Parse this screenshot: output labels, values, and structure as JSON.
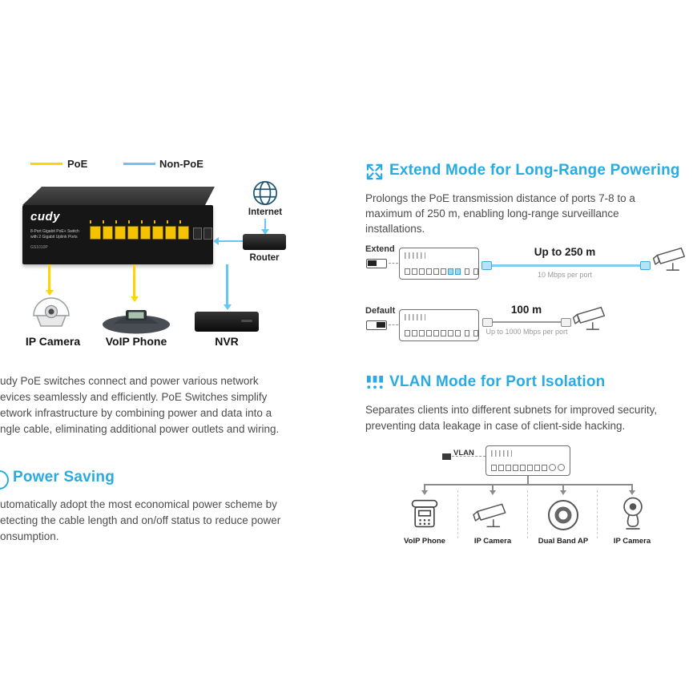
{
  "legend": {
    "poe_label": "PoE",
    "nonpoe_label": "Non-PoE"
  },
  "topology": {
    "internet_label": "Internet",
    "router_label": "Router",
    "ip_camera_label": "IP Camera",
    "voip_phone_label": "VoIP Phone",
    "nvr_label": "NVR"
  },
  "product": {
    "brand": "cudy",
    "desc_line1": "8-Port Gigabit PoE+ Switch",
    "desc_line2": "with 2 Gigabit Uplink Ports",
    "model": "GS1010P"
  },
  "intro_paragraph": {
    "lines": [
      "udy PoE switches connect and power various network",
      "evices seamlessly and efficiently. PoE Switches simplify",
      "etwork infrastructure by combining power and data into a",
      "ngle cable, eliminating additional power outlets and wiring."
    ]
  },
  "power_saving": {
    "title": "Power Saving",
    "lines": [
      "utomatically adopt the most economical power scheme by",
      "etecting the cable length and on/off status to reduce power",
      "onsumption."
    ]
  },
  "extend_mode": {
    "title": "Extend Mode for Long-Range Powering",
    "lines": [
      "Prolongs the PoE transmission distance of ports 7-8 to a",
      "maximum of 250 m, enabling long-range surveillance",
      "installations."
    ],
    "extend_label": "Extend",
    "extend_distance": "Up to 250 m",
    "extend_rate": "10 Mbps per port",
    "default_label": "Default",
    "default_distance": "100 m",
    "default_rate": "Up to 1000 Mbps per port"
  },
  "vlan_mode": {
    "title": "VLAN Mode for Port Isolation",
    "lines": [
      "Separates clients into different subnets for improved security,",
      "preventing data leakage in case of client-side hacking."
    ],
    "vlan_label": "VLAN",
    "device_labels": [
      "VoIP Phone",
      "IP Camera",
      "Dual Band AP",
      "IP Camera"
    ]
  },
  "colors": {
    "accent": "#29abe2",
    "poe": "#ffd400",
    "nonpoe": "#66c7f0"
  }
}
